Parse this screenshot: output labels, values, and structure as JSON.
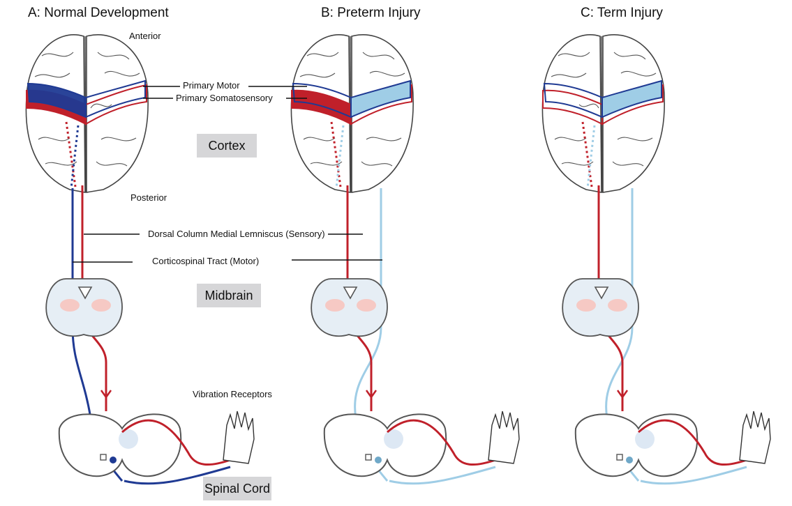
{
  "panels": [
    {
      "title": "A: Normal Development"
    },
    {
      "title": "B: Preterm Injury"
    },
    {
      "title": "C: Term Injury"
    }
  ],
  "labels": {
    "anterior": "Anterior",
    "posterior": "Posterior",
    "primary_motor": "Primary Motor",
    "primary_somatosensory": "Primary Somatosensory",
    "dcml": "Dorsal Column Medial Lemniscus (Sensory)",
    "cst": "Corticospinal Tract  (Motor)",
    "vibration_receptors": "Vibration Receptors"
  },
  "regions": {
    "cortex": "Cortex",
    "midbrain": "Midbrain",
    "spinal_cord": "Spinal Cord"
  },
  "colors": {
    "motor_normal": "#1f3a93",
    "sensory": "#c0202a",
    "motor_injured": "#9fcde6",
    "midbrain_fill": "#e6eef5",
    "midbrain_pink": "#f6c9c4",
    "outline": "#555555",
    "region_box": "#d6d6d8"
  }
}
